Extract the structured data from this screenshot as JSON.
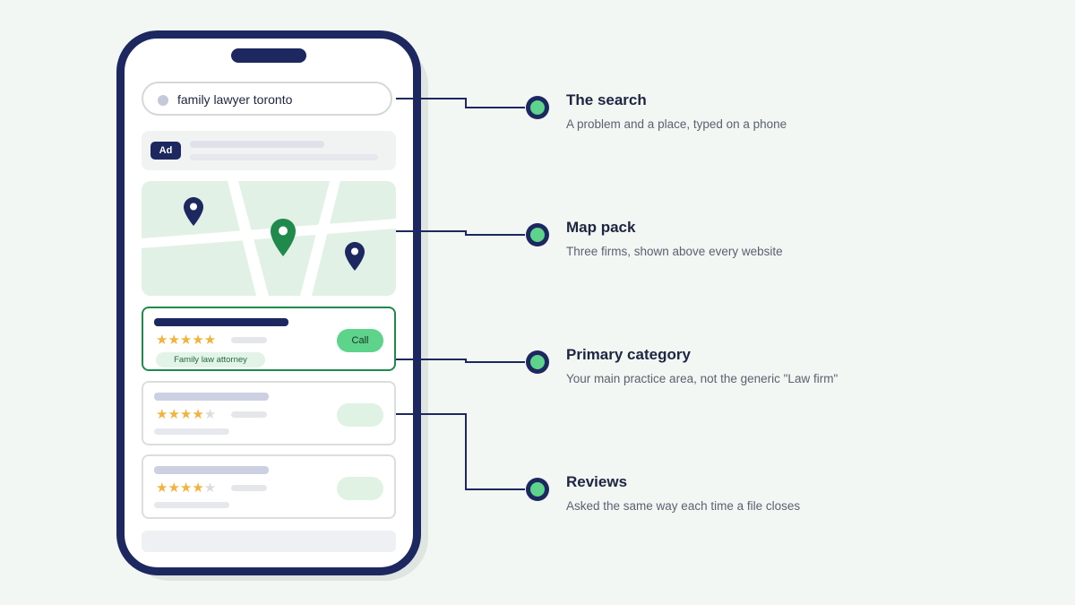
{
  "search": {
    "query": "family lawyer toronto",
    "icon": "search-dot-icon"
  },
  "ad": {
    "badge": "Ad"
  },
  "listings": [
    {
      "call_label": "Call",
      "category": "Family law attorney",
      "rating": 5
    },
    {
      "rating": 4
    },
    {
      "rating": 4
    }
  ],
  "callouts": [
    {
      "title": "The search",
      "subtitle": "A problem and a place, typed on a phone"
    },
    {
      "title": "Map pack",
      "subtitle": "Three firms, shown above every website"
    },
    {
      "title": "Primary category",
      "subtitle": "Your main practice area, not the generic \"Law firm\""
    },
    {
      "title": "Reviews",
      "subtitle": "Asked the same way each time a file closes"
    }
  ],
  "colors": {
    "navy": "#1d2760",
    "green_pin": "#1f8a4c",
    "accent_green": "#5dd38b",
    "star": "#f2b33d",
    "background": "#f2f7f3"
  }
}
